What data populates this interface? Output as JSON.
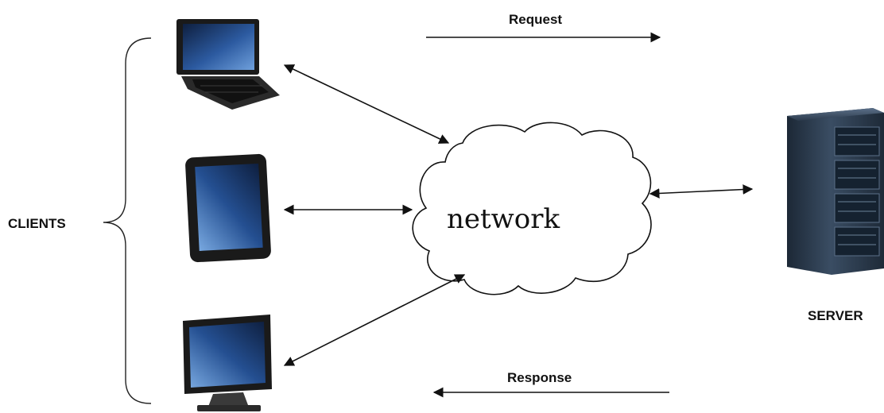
{
  "labels": {
    "clients": "CLIENTS",
    "server": "SERVER",
    "network": "network",
    "request": "Request",
    "response": "Response"
  },
  "icons": {
    "laptop": "laptop-icon",
    "tablet": "tablet-icon",
    "monitor": "monitor-icon",
    "cloud": "cloud-icon",
    "server": "server-rack-icon"
  },
  "colors": {
    "screen_dark": "#0e1f3f",
    "screen_light": "#4f83c9",
    "device_body": "#1a1a1a",
    "server_body": "#2b3a4c",
    "line": "#111111"
  }
}
